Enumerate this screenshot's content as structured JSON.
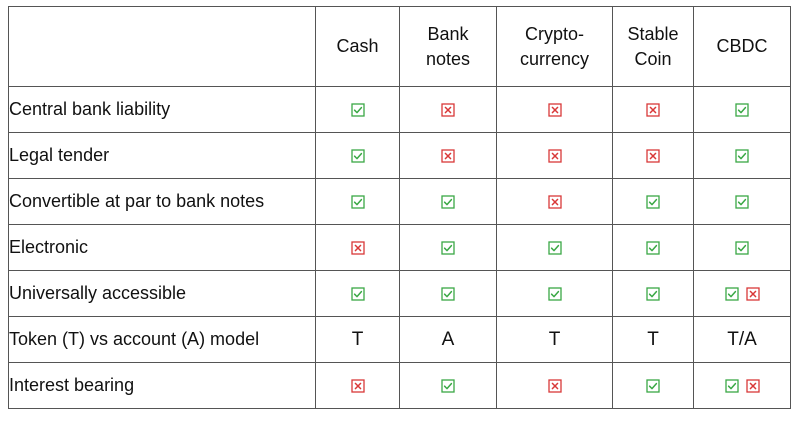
{
  "colors": {
    "check": "#3aa845",
    "cross": "#d93838",
    "border": "#555555"
  },
  "columns": [
    {
      "key": "cash",
      "lines": [
        "Cash"
      ]
    },
    {
      "key": "banknotes",
      "lines": [
        "Bank",
        "notes"
      ]
    },
    {
      "key": "crypto",
      "lines": [
        "Crypto-",
        "currency"
      ]
    },
    {
      "key": "stablecoin",
      "lines": [
        "Stable",
        "Coin"
      ]
    },
    {
      "key": "cbdc",
      "lines": [
        "CBDC"
      ]
    }
  ],
  "rows": [
    {
      "label": "Central bank liability",
      "cells": [
        {
          "icons": [
            "check-icon"
          ]
        },
        {
          "icons": [
            "cross-icon"
          ]
        },
        {
          "icons": [
            "cross-icon"
          ]
        },
        {
          "icons": [
            "cross-icon"
          ]
        },
        {
          "icons": [
            "check-icon"
          ]
        }
      ]
    },
    {
      "label": "Legal tender",
      "cells": [
        {
          "icons": [
            "check-icon"
          ]
        },
        {
          "icons": [
            "cross-icon"
          ]
        },
        {
          "icons": [
            "cross-icon"
          ]
        },
        {
          "icons": [
            "cross-icon"
          ]
        },
        {
          "icons": [
            "check-icon"
          ]
        }
      ]
    },
    {
      "label": "Convertible at par to bank notes",
      "cells": [
        {
          "icons": [
            "check-icon"
          ]
        },
        {
          "icons": [
            "check-icon"
          ]
        },
        {
          "icons": [
            "cross-icon"
          ]
        },
        {
          "icons": [
            "check-icon"
          ]
        },
        {
          "icons": [
            "check-icon"
          ]
        }
      ]
    },
    {
      "label": "Electronic",
      "cells": [
        {
          "icons": [
            "cross-icon"
          ]
        },
        {
          "icons": [
            "check-icon"
          ]
        },
        {
          "icons": [
            "check-icon"
          ]
        },
        {
          "icons": [
            "check-icon"
          ]
        },
        {
          "icons": [
            "check-icon"
          ]
        }
      ]
    },
    {
      "label": "Universally accessible",
      "cells": [
        {
          "icons": [
            "check-icon"
          ]
        },
        {
          "icons": [
            "check-icon"
          ]
        },
        {
          "icons": [
            "check-icon"
          ]
        },
        {
          "icons": [
            "check-icon"
          ]
        },
        {
          "icons": [
            "check-icon",
            "cross-icon"
          ]
        }
      ]
    },
    {
      "label": "Token (T) vs account (A) model",
      "cells": [
        {
          "text": "T"
        },
        {
          "text": "A"
        },
        {
          "text": "T"
        },
        {
          "text": "T"
        },
        {
          "text": "T/A"
        }
      ]
    },
    {
      "label": "Interest bearing",
      "cells": [
        {
          "icons": [
            "cross-icon"
          ]
        },
        {
          "icons": [
            "check-icon"
          ]
        },
        {
          "icons": [
            "cross-icon"
          ]
        },
        {
          "icons": [
            "check-icon"
          ]
        },
        {
          "icons": [
            "check-icon",
            "cross-icon"
          ]
        }
      ]
    }
  ]
}
